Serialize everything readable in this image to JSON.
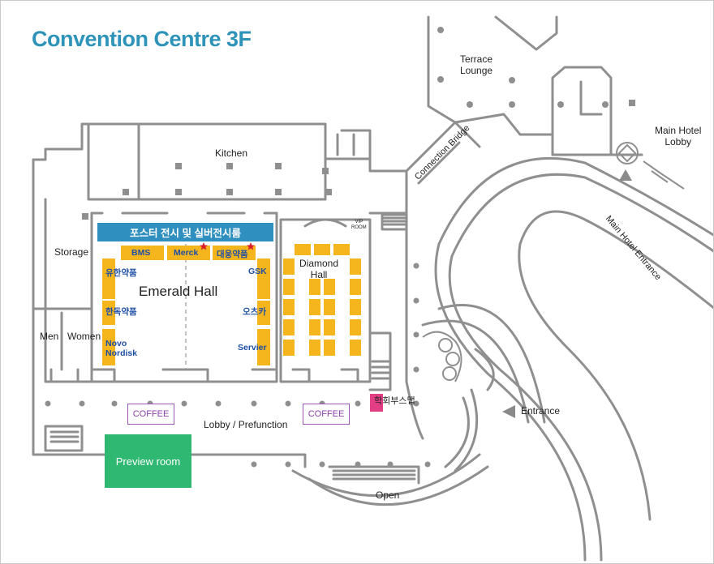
{
  "title": "Convention Centre 3F",
  "rooms": {
    "kitchen": "Kitchen",
    "storage": "Storage",
    "men": "Men",
    "women": "Women",
    "emerald_hall": "Emerald Hall",
    "diamond_hall_line1": "Diamond",
    "diamond_hall_line2": "Hall",
    "vip_room_line1": "VIP",
    "vip_room_line2": "ROOM",
    "terrace_lounge_line1": "Terrace",
    "terrace_lounge_line2": "Lounge",
    "main_hotel_lobby_line1": "Main Hotel",
    "main_hotel_lobby_line2": "Lobby",
    "main_hotel_entrance": "Main Hotel Entrance",
    "connection_bridge": "Connection Bridge",
    "lobby_prefunction": "Lobby / Prefunction",
    "entrance": "Entrance",
    "open": "Open",
    "preview_room": "Preview room"
  },
  "poster_banner": "포스터 전시 및 실버전시룸",
  "booths": {
    "bms": "BMS",
    "merck": "Merck",
    "daewoong": "대웅약품",
    "yuhan": "유한약품",
    "gsk": "GSK",
    "handok": "한독약품",
    "otsuka": "오츠카",
    "novo_line1": "Novo",
    "novo_line2": "Nordisk",
    "servier": "Servier"
  },
  "coffee_left": "COFFEE",
  "coffee_right": "COFFEE",
  "society_booth_map": "학회부스맵",
  "colors": {
    "title": "#2e93b8",
    "booth": "#f5b51c",
    "banner": "#2f8fbf",
    "preview": "#2eb872",
    "coffee_border": "#9b57b4",
    "highlight": "#e23e86",
    "walls": "#8a8a8a",
    "star": "#d8202a"
  }
}
